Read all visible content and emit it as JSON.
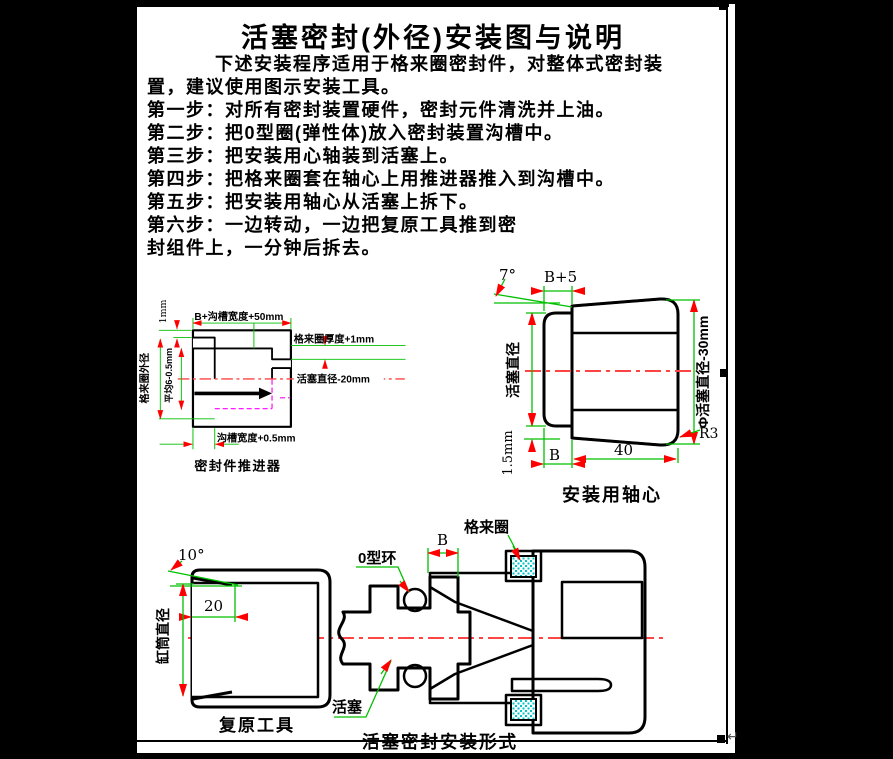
{
  "window": {
    "return_mark": "↵"
  },
  "doc": {
    "title": "活塞密封(外径)安装图与说明",
    "lines": [
      "下述安装程序适用于格来圈密封件，对整体式密封装",
      "置，建议使用图示安装工具。",
      "第一步：对所有密封装置硬件，密封元件清洗并上油。",
      "第二步：把0型圈(弹性体)放入密封装置沟槽中。",
      "第三步：把安装用心轴装到活塞上。",
      "第四步：把格来圈套在轴心上用推进器推入到沟槽中。",
      "第五步：把安装用轴心从活塞上拆下。",
      "第六步：一边转动，一边把复原工具推到密",
      "封组件上，一分钟后拆去。"
    ]
  },
  "fig_pusher": {
    "caption": "密封件推进器",
    "dim_top": "B+沟槽宽度+50mm",
    "dim_1mm": "1mm",
    "dim_ring_od": "格来圈外径",
    "dim_average": "平均6-0.5mm",
    "dim_ring_thickness": "格来圈厚度+1mm",
    "dim_piston_dia": "活塞直径-20mm",
    "dim_groove_width": "沟槽宽度+0.5mm"
  },
  "fig_mandrel": {
    "caption": "安装用轴心",
    "dim_angle": "7°",
    "dim_b5": "B+5",
    "dim_piston_dia": "活塞直径",
    "dim_15mm": "1.5mm",
    "dim_right_dia": "Φ活塞直径-30mm",
    "dim_b": "B",
    "dim_40": "40",
    "dim_r3": "R3"
  },
  "fig_assembly": {
    "caption_tool": "复原工具",
    "caption_main": "活塞密封安装形式",
    "dim_angle": "10°",
    "dim_20": "20",
    "dim_bore": "缸筒直径",
    "dim_b": "B",
    "label_oring": "0型环",
    "label_glyd": "格来圈",
    "label_piston": "活塞"
  },
  "colors": {
    "hatch_cyan": "#00d8d8",
    "dimension_green": "#00c000",
    "arrow_red": "#ff0000",
    "centerline_red": "#ff4444",
    "hidden_magenta": "#ff00ff",
    "outline_black": "#000000"
  }
}
